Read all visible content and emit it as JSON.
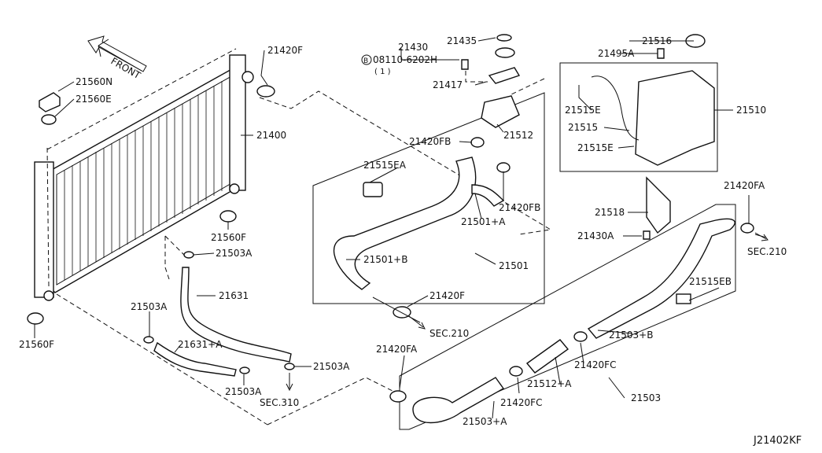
{
  "front_label": "FRONT",
  "footer_code": "J21402KF",
  "bolt_note": {
    "symbol": "B",
    "number": "08110-6202H",
    "qty": "( 1 )"
  },
  "callouts": [
    {
      "id": "c21560N",
      "text": "21560N"
    },
    {
      "id": "c21560E",
      "text": "21560E"
    },
    {
      "id": "c21420F_top",
      "text": "21420F"
    },
    {
      "id": "c21400",
      "text": "21400"
    },
    {
      "id": "c21560F_r",
      "text": "21560F"
    },
    {
      "id": "c21560F_l",
      "text": "21560F"
    },
    {
      "id": "c21503A_1",
      "text": "21503A"
    },
    {
      "id": "c21631",
      "text": "21631"
    },
    {
      "id": "c21503A_2",
      "text": "21503A"
    },
    {
      "id": "c21631A",
      "text": "21631+A"
    },
    {
      "id": "c21503A_3",
      "text": "21503A"
    },
    {
      "id": "c21503A_4",
      "text": "21503A"
    },
    {
      "id": "cSEC310",
      "text": "SEC.310"
    },
    {
      "id": "c21430",
      "text": "21430"
    },
    {
      "id": "c21435",
      "text": "21435"
    },
    {
      "id": "c21417",
      "text": "21417"
    },
    {
      "id": "c21512",
      "text": "21512"
    },
    {
      "id": "c21420FB_1",
      "text": "21420FB"
    },
    {
      "id": "c21515EA",
      "text": "21515EA"
    },
    {
      "id": "c21420FB_2",
      "text": "21420FB"
    },
    {
      "id": "c21501A",
      "text": "21501+A"
    },
    {
      "id": "c21501B",
      "text": "21501+B"
    },
    {
      "id": "c21501",
      "text": "21501"
    },
    {
      "id": "c21420F_mid",
      "text": "21420F"
    },
    {
      "id": "cSEC210_mid",
      "text": "SEC.210"
    },
    {
      "id": "c21516",
      "text": "21516"
    },
    {
      "id": "c21495A",
      "text": "21495A"
    },
    {
      "id": "c21515E_1",
      "text": "21515E"
    },
    {
      "id": "c21515",
      "text": "21515"
    },
    {
      "id": "c21515E_2",
      "text": "21515E"
    },
    {
      "id": "c21510",
      "text": "21510"
    },
    {
      "id": "c21518",
      "text": "21518"
    },
    {
      "id": "c21430A",
      "text": "21430A"
    },
    {
      "id": "c21420FA_r",
      "text": "21420FA"
    },
    {
      "id": "cSEC210_r",
      "text": "SEC.210"
    },
    {
      "id": "c21515EB",
      "text": "21515EB"
    },
    {
      "id": "c21503B",
      "text": "21503+B"
    },
    {
      "id": "c21420FC_1",
      "text": "21420FC"
    },
    {
      "id": "c21512A",
      "text": "21512+A"
    },
    {
      "id": "c21420FC_2",
      "text": "21420FC"
    },
    {
      "id": "c21503",
      "text": "21503"
    },
    {
      "id": "c21503A_plus",
      "text": "21503+A"
    },
    {
      "id": "c21420FA_l",
      "text": "21420FA"
    }
  ]
}
